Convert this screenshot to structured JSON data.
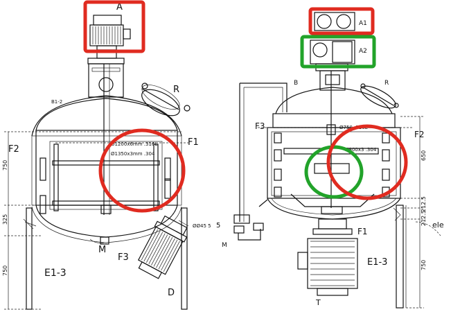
{
  "left": {
    "labels": {
      "A": "A",
      "R": "R",
      "F1": "F1",
      "F2": "F2",
      "F3": "F3",
      "M": "M",
      "D": "D",
      "E13": "E1-3",
      "B12": "B1-2",
      "spec1": "Ø1200x6mm .316L",
      "spec2": "Ø1350x3mm .304",
      "dim1": "750",
      "dim2": "325",
      "dim3": "750"
    }
  },
  "right": {
    "labels": {
      "A1": "A1",
      "A2": "A2",
      "B": "B",
      "R": "R",
      "F1": "F1",
      "F2": "F2",
      "F3": "F3",
      "M": "M",
      "T": "T",
      "E13": "E1-3",
      "five": "5",
      "ele": "ele",
      "spec1": "Ø750 .316L",
      "spec2": "Ø800x3 .304",
      "dim1": "650",
      "dim2": "212.5",
      "dim3": "212.5",
      "dim4": "750",
      "side": "ØØ45 5"
    }
  },
  "highlights": {
    "red": "#e02b20",
    "green": "#22a32a"
  }
}
